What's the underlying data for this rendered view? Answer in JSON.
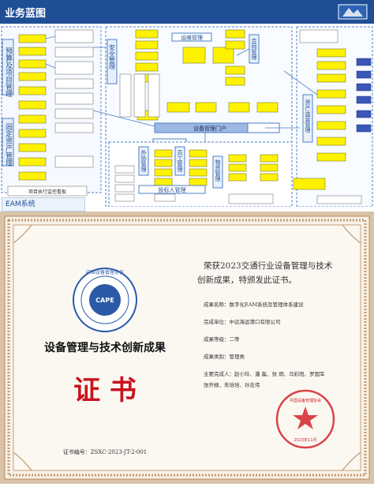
{
  "header": {
    "title": "业务蓝图"
  },
  "diagram": {
    "left_groups": [
      "预算及项目管理",
      "固定资产管理"
    ],
    "mid_groups": [
      "安全管理",
      "运维管理",
      "外协管理",
      "员工管理",
      "物资管理"
    ],
    "right_groups": [
      "合同管理",
      "资产运营管理"
    ],
    "bottom_label": "投标人管理",
    "bottom_left": "项目执行监控看板",
    "center_bar": "设备管理门户"
  },
  "eam_tag": "EAM系统",
  "certificate": {
    "seal_text": "中国设备管理协会",
    "seal_abbr": "CAPE",
    "main_title": "设备管理与技术创新成果",
    "big_label": "证 书",
    "cert_no": "证书编号：ZSXC-2023-JT-2-001",
    "award_line1": "荣获2023交通行业设备管理与技术",
    "award_line2": "创新成果，特颁发此证书。",
    "fields": [
      "成果名称：数字化EAM系统及管理体系建设",
      "完成单位：中远海运港口有限公司",
      "成果等级：二等",
      "成果类别：管理类",
      "主要完成人：赵小玲、潘   磊、张   炯、马彩阳、罗国军",
      "          张开棣、朱培培、孙志伟"
    ],
    "stamp_text": "中国设备管理协会",
    "stamp_date": "2023年11月"
  }
}
